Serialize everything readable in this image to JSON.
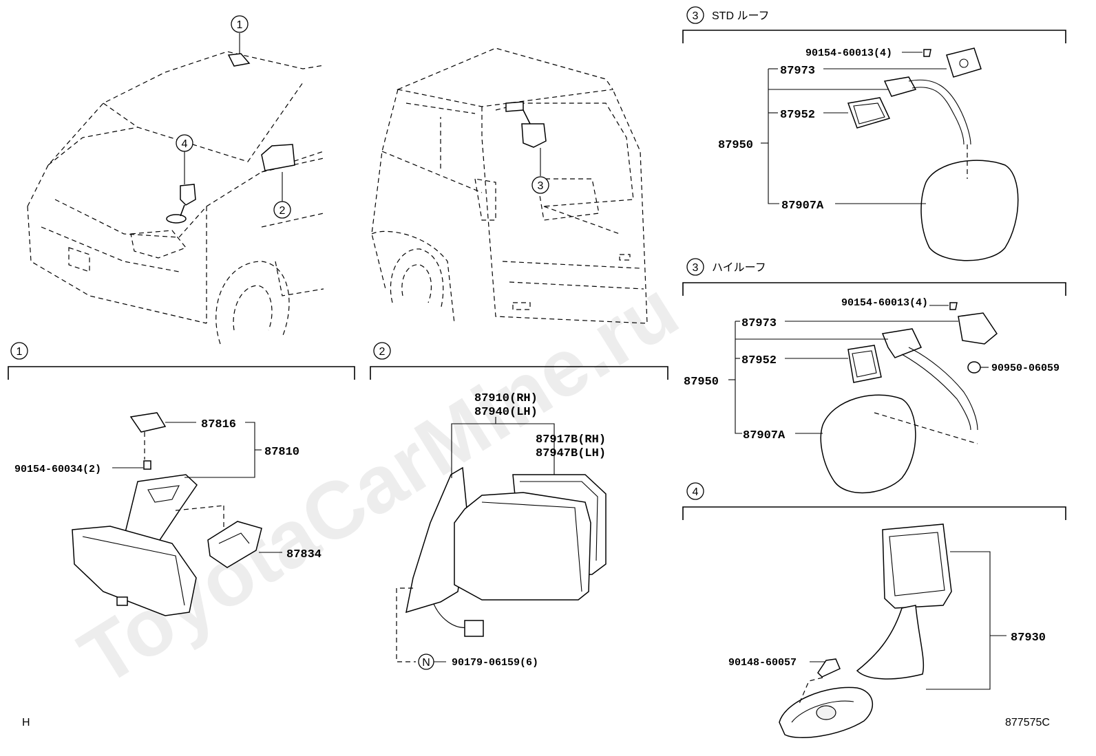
{
  "watermark": "ToyotaCarMine.ru",
  "overview": {
    "callouts": [
      "1",
      "2",
      "3",
      "4"
    ]
  },
  "section1": {
    "number": "1",
    "parts": {
      "p87816": "87816",
      "p87810": "87810",
      "p90154_60034": "90154-60034(2)",
      "p87834": "87834"
    }
  },
  "section2": {
    "number": "2",
    "parts": {
      "p87910": "87910(RH)",
      "p87940": "87940(LH)",
      "p87917B": "87917B(RH)",
      "p87947B": "87947B(LH)",
      "n_symbol": "N",
      "p90179": "90179-06159(6)"
    }
  },
  "section3_std": {
    "number": "3",
    "title": "STD ルーフ",
    "parts": {
      "p90154": "90154-60013(4)",
      "p87973": "87973",
      "p87952": "87952",
      "p87950": "87950",
      "p87907A": "87907A"
    }
  },
  "section3_high": {
    "number": "3",
    "title": "ハイルーフ",
    "parts": {
      "p90154": "90154-60013(4)",
      "p87973": "87973",
      "p87952": "87952",
      "p90950": "90950-06059",
      "p87950": "87950",
      "p87907A": "87907A"
    }
  },
  "section4": {
    "number": "4",
    "parts": {
      "p87930": "87930",
      "p90148": "90148-60057"
    }
  },
  "footer": {
    "left_mark": "H",
    "drawing_id": "877575C"
  }
}
